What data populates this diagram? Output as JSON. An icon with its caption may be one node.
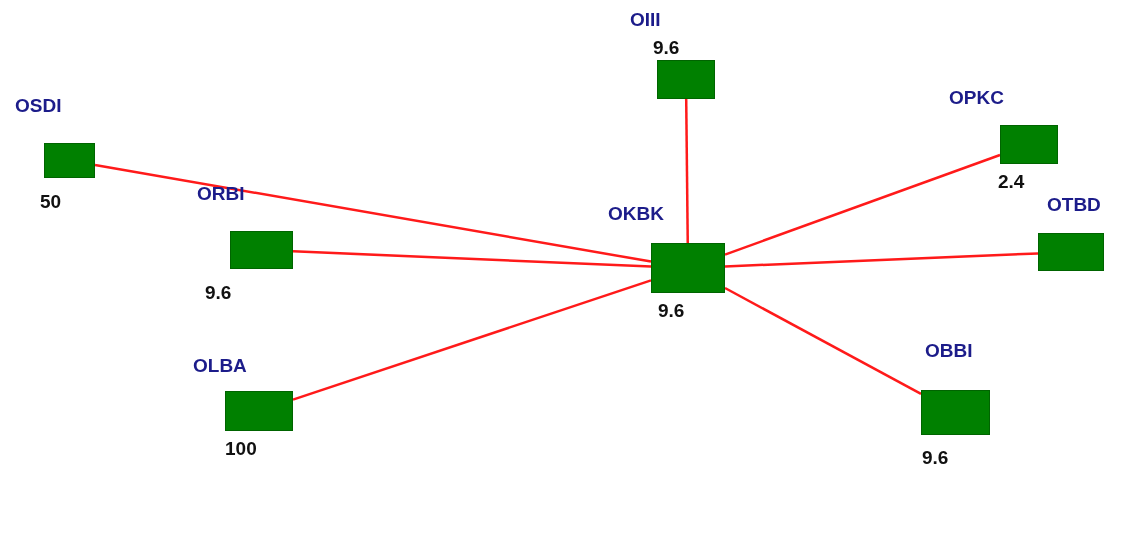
{
  "diagram": {
    "nodes": [
      {
        "text": [
          "OSDI"
        ],
        "beside": [
          "50"
        ]
      },
      {
        "text": [
          "OIII"
        ],
        "beside": [
          "9.6"
        ]
      },
      {
        "text": [
          "OPKC"
        ],
        "beside": [
          "2.4"
        ]
      },
      {
        "text": [
          "ORBI"
        ],
        "beside": [
          "9.6"
        ]
      },
      {
        "text": [
          "OKBK"
        ],
        "beside": [
          "9.6"
        ]
      },
      {
        "text": [
          "OTBD"
        ]
      },
      {
        "text": [
          "OLBA"
        ],
        "beside": [
          "100"
        ]
      },
      {
        "text": [
          "OBBI"
        ],
        "beside": [
          "9.6"
        ]
      }
    ],
    "edges": [
      {
        "from": 4,
        "to": 0,
        "arrow": "none"
      },
      {
        "from": 4,
        "to": 1,
        "arrow": "none"
      },
      {
        "from": 4,
        "to": 2,
        "arrow": "none"
      },
      {
        "from": 4,
        "to": 3,
        "arrow": "none"
      },
      {
        "from": 4,
        "to": 5,
        "arrow": "none"
      },
      {
        "from": 4,
        "to": 6,
        "arrow": "none"
      },
      {
        "from": 4,
        "to": 7,
        "arrow": "none"
      }
    ]
  }
}
